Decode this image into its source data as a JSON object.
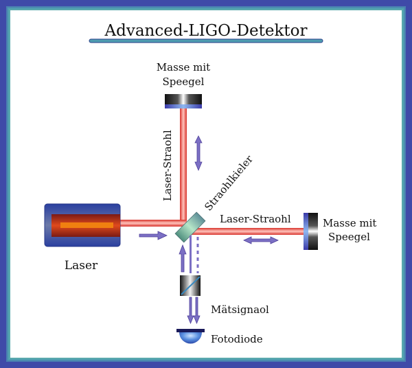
{
  "title": "Advanced-LIGO-Detektor",
  "labels": {
    "mirror_top": [
      "Masse mit",
      "Speegel"
    ],
    "mirror_right": [
      "Masse mit",
      "Speegel"
    ],
    "laser_beam_vertical": "Laser-Straohl",
    "laser_beam_horizontal": "Laser-Straohl",
    "beam_splitter": "Straohlkieler",
    "laser": "Laser",
    "signal": "Mätsignaol",
    "photodiode": "Fotodiode"
  },
  "colors": {
    "beam": "#e8453c",
    "beam_highlight": "#ffc4bc",
    "arrow": "#7b6fc4",
    "border": "#3f4aa8",
    "title_underline": "#4f9cb0"
  },
  "icons": {
    "laser": "laser-source-icon",
    "mirror": "mirror-mass-icon",
    "beam_splitter": "beam-splitter-icon",
    "photodiode": "photodiode-icon"
  }
}
